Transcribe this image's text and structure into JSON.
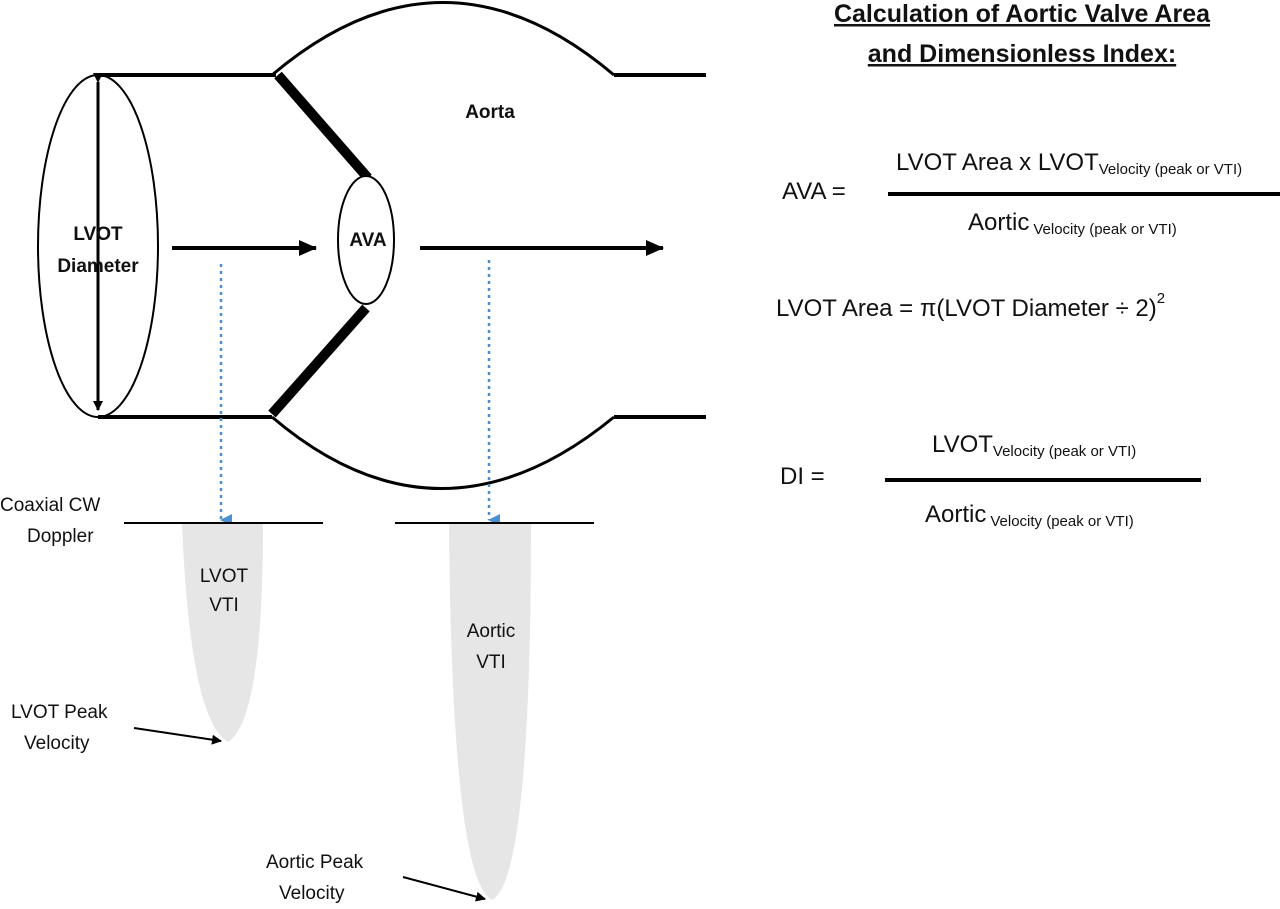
{
  "title": {
    "line1": "Calculation of Aortic Valve Area",
    "line2": "and Dimensionless Index:"
  },
  "diagram": {
    "aorta_label": "Aorta",
    "ava_label": "AVA",
    "lvot_diameter_line1": "LVOT",
    "lvot_diameter_line2": "Diameter",
    "coaxial_line1": "Coaxial CW",
    "coaxial_line2": "Doppler",
    "lvot_vti_line1": "LVOT",
    "lvot_vti_line2": "VTI",
    "aortic_vti_line1": "Aortic",
    "aortic_vti_line2": "VTI",
    "lvot_peak_line1": "LVOT Peak",
    "lvot_peak_line2": "Velocity",
    "aortic_peak_line1": "Aortic Peak",
    "aortic_peak_line2": "Velocity"
  },
  "formulas": {
    "ava": {
      "lhs": "AVA =",
      "num_main": "LVOT Area x LVOT",
      "num_sub": "Velocity (peak or VTI)",
      "den_main": "Aortic",
      "den_sub": "Velocity (peak or VTI)"
    },
    "lvot_area": {
      "text": "LVOT Area = π(LVOT Diameter ÷ 2)",
      "sup": "2"
    },
    "di": {
      "lhs": "DI =",
      "num_main": "LVOT",
      "num_sub": "Velocity (peak or VTI)",
      "den_main": "Aortic",
      "den_sub": "Velocity (peak or VTI)"
    }
  },
  "colors": {
    "line": "#000000",
    "doppler_fill": "#e6e6e6",
    "dotted_arrow": "#4a8fd0"
  }
}
